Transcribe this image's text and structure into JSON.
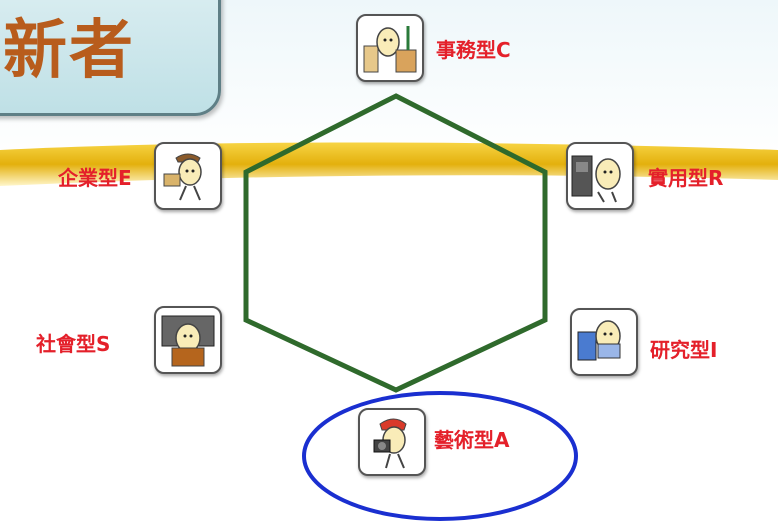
{
  "title": {
    "text": "新者"
  },
  "types": {
    "conventional": {
      "label": "事務型C",
      "icon": "clerk-icon"
    },
    "realistic": {
      "label": "實用型R",
      "icon": "mechanic-icon"
    },
    "investigative": {
      "label": "研究型I",
      "icon": "researcher-icon"
    },
    "artistic": {
      "label": "藝術型A",
      "icon": "photographer-icon"
    },
    "social": {
      "label": "社會型S",
      "icon": "speaker-icon"
    },
    "enterprising": {
      "label": "企業型E",
      "icon": "businessman-icon"
    }
  },
  "colors": {
    "label": "#e4202a",
    "hexagon": "#2f6a2c",
    "highlight_ellipse": "#1a2fd0",
    "band": "#e2b000",
    "title": "#b85c1c"
  }
}
